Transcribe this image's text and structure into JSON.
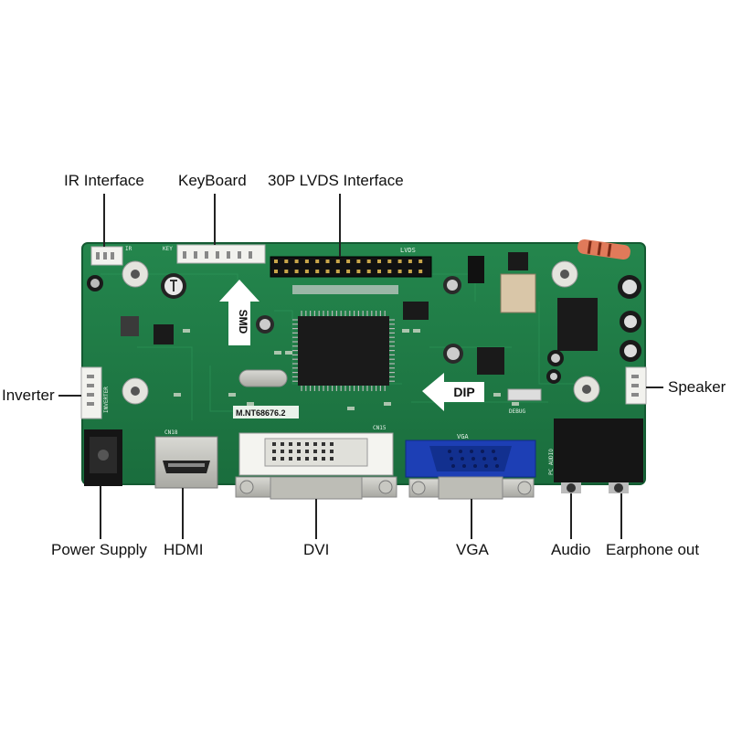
{
  "labels": {
    "ir_interface": "IR Interface",
    "keyboard": "KeyBoard",
    "lvds": "30P LVDS Interface",
    "inverter": "Inverter",
    "speaker": "Speaker",
    "power_supply": "Power Supply",
    "hdmi": "HDMI",
    "dvi": "DVI",
    "vga": "VGA",
    "audio": "Audio",
    "earphone_out": "Earphone out"
  },
  "board": {
    "model": "M.NT68676.2",
    "smd_arrow": "SMD",
    "dip_arrow": "DIP",
    "silk_lvds": "LVDS",
    "silk_vga": "VGA",
    "silk_debug": "DEBUG",
    "silk_ir": "IR",
    "silk_key": "KEY",
    "silk_inverter": "INVERTER",
    "silk_pc_audio": "PC AUDIO",
    "silk_hdmi": "CN18",
    "silk_dvi": "CN15"
  },
  "colors": {
    "pcb": "#1e7a45",
    "pcb_dark": "#155c33",
    "vga_blue": "#1d3fb5",
    "connector_white": "#f2f2ee",
    "leader_line": "#222222"
  }
}
